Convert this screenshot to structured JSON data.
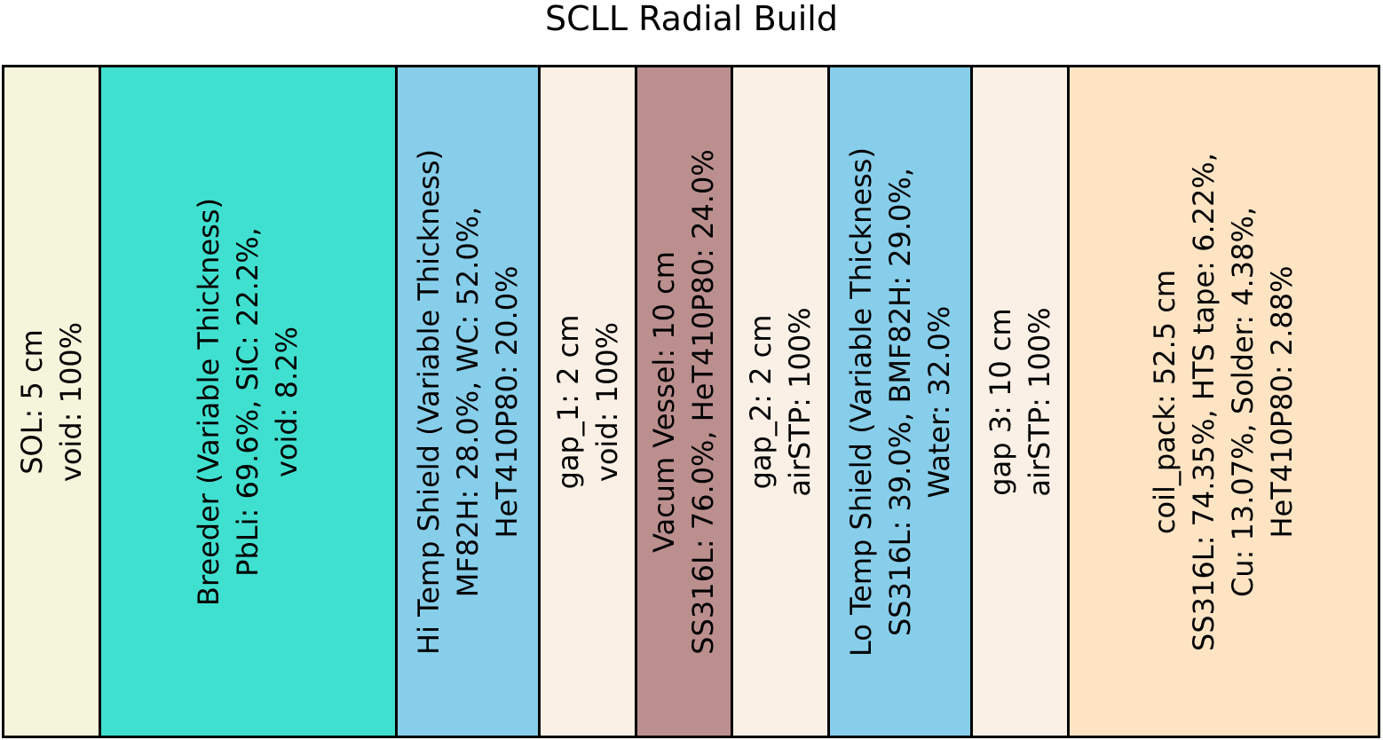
{
  "title": "SCLL Radial Build",
  "layers": [
    {
      "lines": [
        "SOL: 5 cm",
        "void: 100%"
      ],
      "color": "#f5f5dc",
      "rel_thickness": 108
    },
    {
      "lines": [
        "Breeder (Variable Thickness)",
        "PbLi: 69.6%, SiC: 22.2%,",
        "void: 8.2%"
      ],
      "color": "#40e0d0",
      "rel_thickness": 337
    },
    {
      "lines": [
        "Hi Temp Shield (Variable Thickness)",
        "MF82H: 28.0%, WC: 52.0%,",
        "HeT410P80: 20.0%"
      ],
      "color": "#87ceeb",
      "rel_thickness": 161
    },
    {
      "lines": [
        "gap_1: 2 cm",
        "void: 100%"
      ],
      "color": "#faf0e6",
      "rel_thickness": 108
    },
    {
      "lines": [
        "Vacum Vessel: 10 cm",
        "SS316L: 76.0%, HeT410P80: 24.0%"
      ],
      "color": "#bc8f8f",
      "rel_thickness": 107
    },
    {
      "lines": [
        "gap_2: 2 cm",
        "airSTP: 100%"
      ],
      "color": "#faf0e6",
      "rel_thickness": 108
    },
    {
      "lines": [
        "Lo Temp Shield (Variable Thickness)",
        "SS316L: 39.0%, BMF82H: 29.0%,",
        "Water: 32.0%"
      ],
      "color": "#87ceeb",
      "rel_thickness": 161
    },
    {
      "lines": [
        "gap 3: 10 cm",
        "airSTP: 100%"
      ],
      "color": "#faf0e6",
      "rel_thickness": 108
    },
    {
      "lines": [
        "coil_pack: 52.5 cm",
        "SS316L: 74.35%, HTS tape: 6.22%,",
        "Cu: 13.07%, Solder: 4.38%,",
        "HeT410P80: 2.88%"
      ],
      "color": "#ffe4c4",
      "rel_thickness": 354
    }
  ]
}
